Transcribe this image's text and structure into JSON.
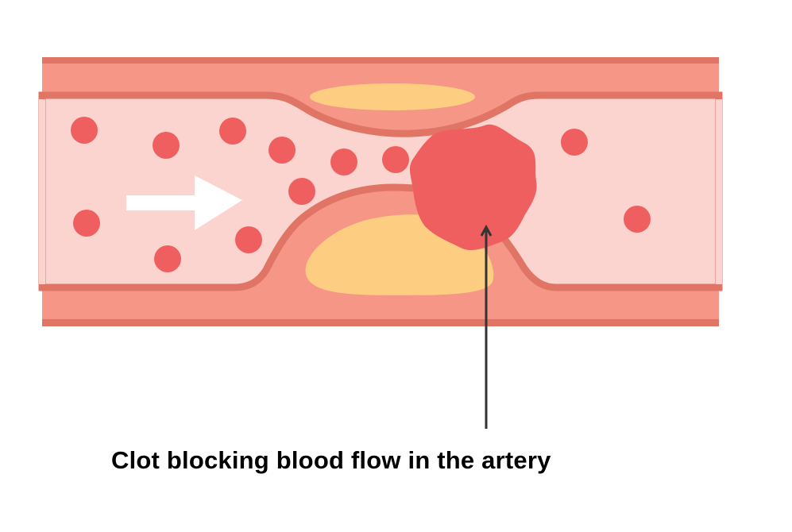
{
  "diagram": {
    "title": "Clot blocking blood flow in the artery",
    "caption": "Clot blocking blood flow in the artery",
    "colors": {
      "background": "#ffffff",
      "vessel_wall_outer": "#e07565",
      "vessel_wall": "#f69686",
      "lumen": "#fbd3cf",
      "blood_cell": "#f05f5f",
      "plaque": "#fdcd82",
      "clot": "#f05f5f",
      "flow_arrow": "#ffffff",
      "pointer": "#333333"
    },
    "elements": [
      {
        "id": "artery",
        "label": "Artery"
      },
      {
        "id": "plaque-top",
        "label": "Plaque"
      },
      {
        "id": "plaque-bottom",
        "label": "Plaque"
      },
      {
        "id": "clot",
        "label": "Clot"
      },
      {
        "id": "flow-arrow",
        "label": "Blood flow direction"
      },
      {
        "id": "blood-cells",
        "label": "Blood cells",
        "count": 13
      }
    ]
  }
}
